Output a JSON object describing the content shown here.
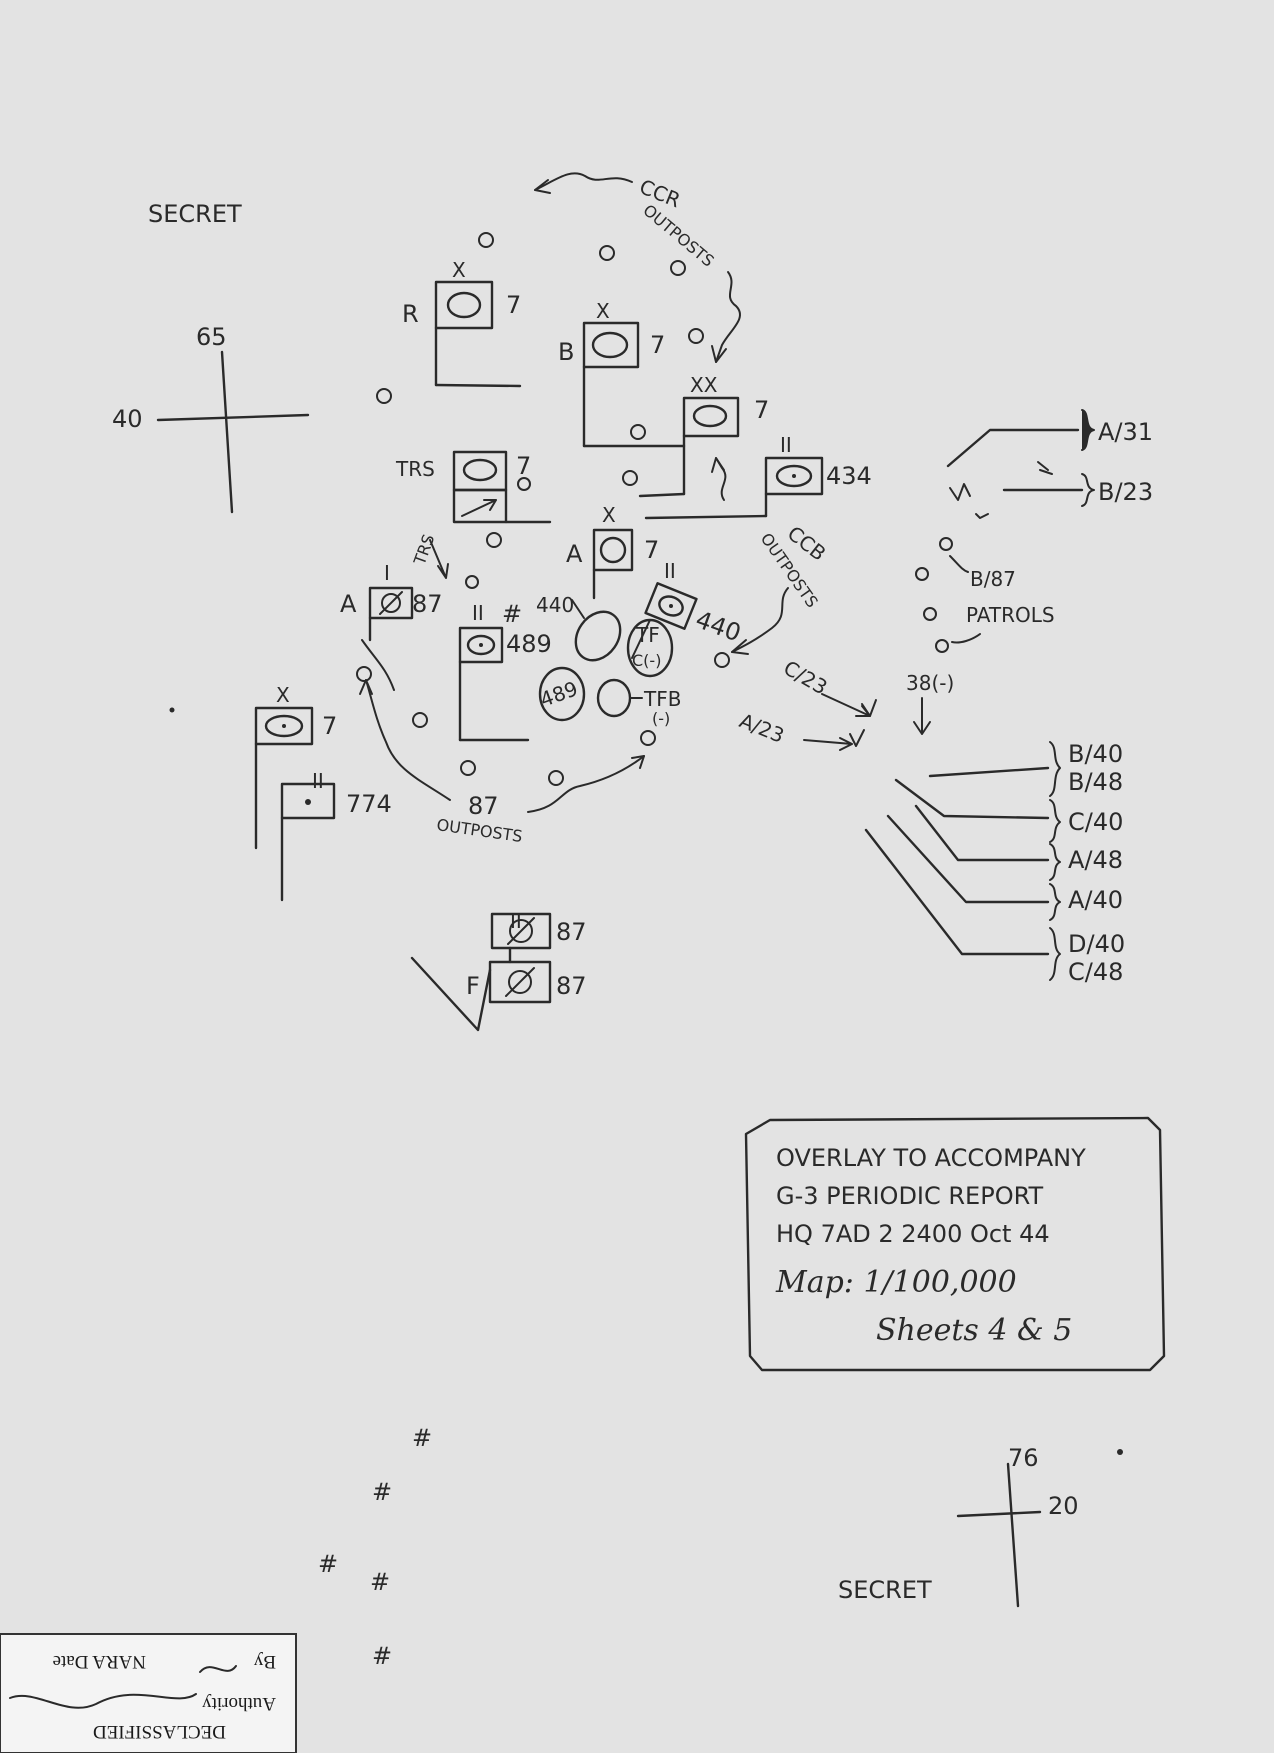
{
  "classification": "SECRET",
  "grid": {
    "topleft": {
      "easting": "65",
      "northing": "40"
    },
    "bottomright": {
      "easting": "76",
      "northing": "20"
    }
  },
  "outposts": {
    "ccr": [
      "CCR",
      "OUTPOSTS"
    ],
    "ccb": [
      "CCB",
      "OUTPOSTS"
    ],
    "u87": [
      "87",
      "OUTPOSTS"
    ]
  },
  "units": {
    "r7": {
      "echelon": "X",
      "letter": "R",
      "number": "7"
    },
    "b7": {
      "echelon": "X",
      "letter": "B",
      "number": "7"
    },
    "div7": {
      "echelon": "XX",
      "number": "7"
    },
    "trs7": {
      "letter": "TRS",
      "number": "7"
    },
    "a7": {
      "echelon": "X",
      "letter": "A",
      "number": "7"
    },
    "b434": {
      "echelon": "II",
      "number": "434"
    },
    "a87": {
      "echelon": "I",
      "letter": "A",
      "number": "87"
    },
    "b489": {
      "echelon": "II",
      "number": "489"
    },
    "b440": {
      "echelon": "II",
      "number": "440"
    },
    "x7": {
      "echelon": "X",
      "number": "7"
    },
    "b774": {
      "echelon": "II",
      "number": "774"
    },
    "b87": {
      "echelon": "II",
      "number": "87"
    },
    "f87": {
      "letter": "F",
      "number": "87"
    }
  },
  "labels": {
    "trs_route": "TRS",
    "num440": "440",
    "tf_c": [
      "TF",
      "C(-)"
    ],
    "num489": "489",
    "tfb": [
      "TFB",
      "(-)"
    ],
    "c23": "C/23",
    "a23": "A/23",
    "r38": "38(-)",
    "b87_patrols": [
      "B/87",
      "PATROLS"
    ]
  },
  "right_units": {
    "top": [
      "A/31",
      "B/23"
    ],
    "list": [
      "B/40",
      "B/48",
      "C/40",
      "A/48",
      "A/40",
      "D/40",
      "C/48"
    ]
  },
  "title_box": {
    "lines": [
      "OVERLAY TO ACCOMPANY",
      "G-3 PERIODIC REPORT",
      "HQ 7AD  2 2400 Oct 44"
    ],
    "map_lines": [
      "Map: 1/100,000",
      "Sheets 4 & 5"
    ]
  },
  "stamp": {
    "line1": "DECLASSIFIED",
    "line2": "Authority",
    "line3": "By",
    "line4": "NARA Date"
  }
}
